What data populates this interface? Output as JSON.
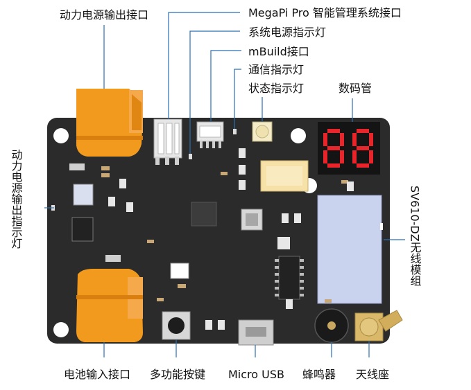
{
  "labels": {
    "power_output_port": "动力电源输出接口",
    "megapi_pro_port": "MegaPi Pro 智能管理系统接口",
    "system_power_led": "系统电源指示灯",
    "mbuild_port": "mBuild接口",
    "comm_led": "通信指示灯",
    "status_led": "状态指示灯",
    "digit_tube": "数码管",
    "power_indicator_vertical": "动力电源输出指示灯",
    "wireless_module_vertical": "SV610-DZ无线模组",
    "battery_input_port": "电池输入接口",
    "multi_function_button": "多功能按键",
    "micro_usb": "Micro USB",
    "buzzer": "蜂鸣器",
    "antenna_socket": "天线座"
  },
  "display": {
    "digits": "88"
  },
  "colors": {
    "board": "#2b2b2b",
    "connector_orange": "#f29a1e",
    "leader_line": "#2a6fb0",
    "module_blue": "#c9d3ee",
    "digit_red": "#e8252a"
  }
}
